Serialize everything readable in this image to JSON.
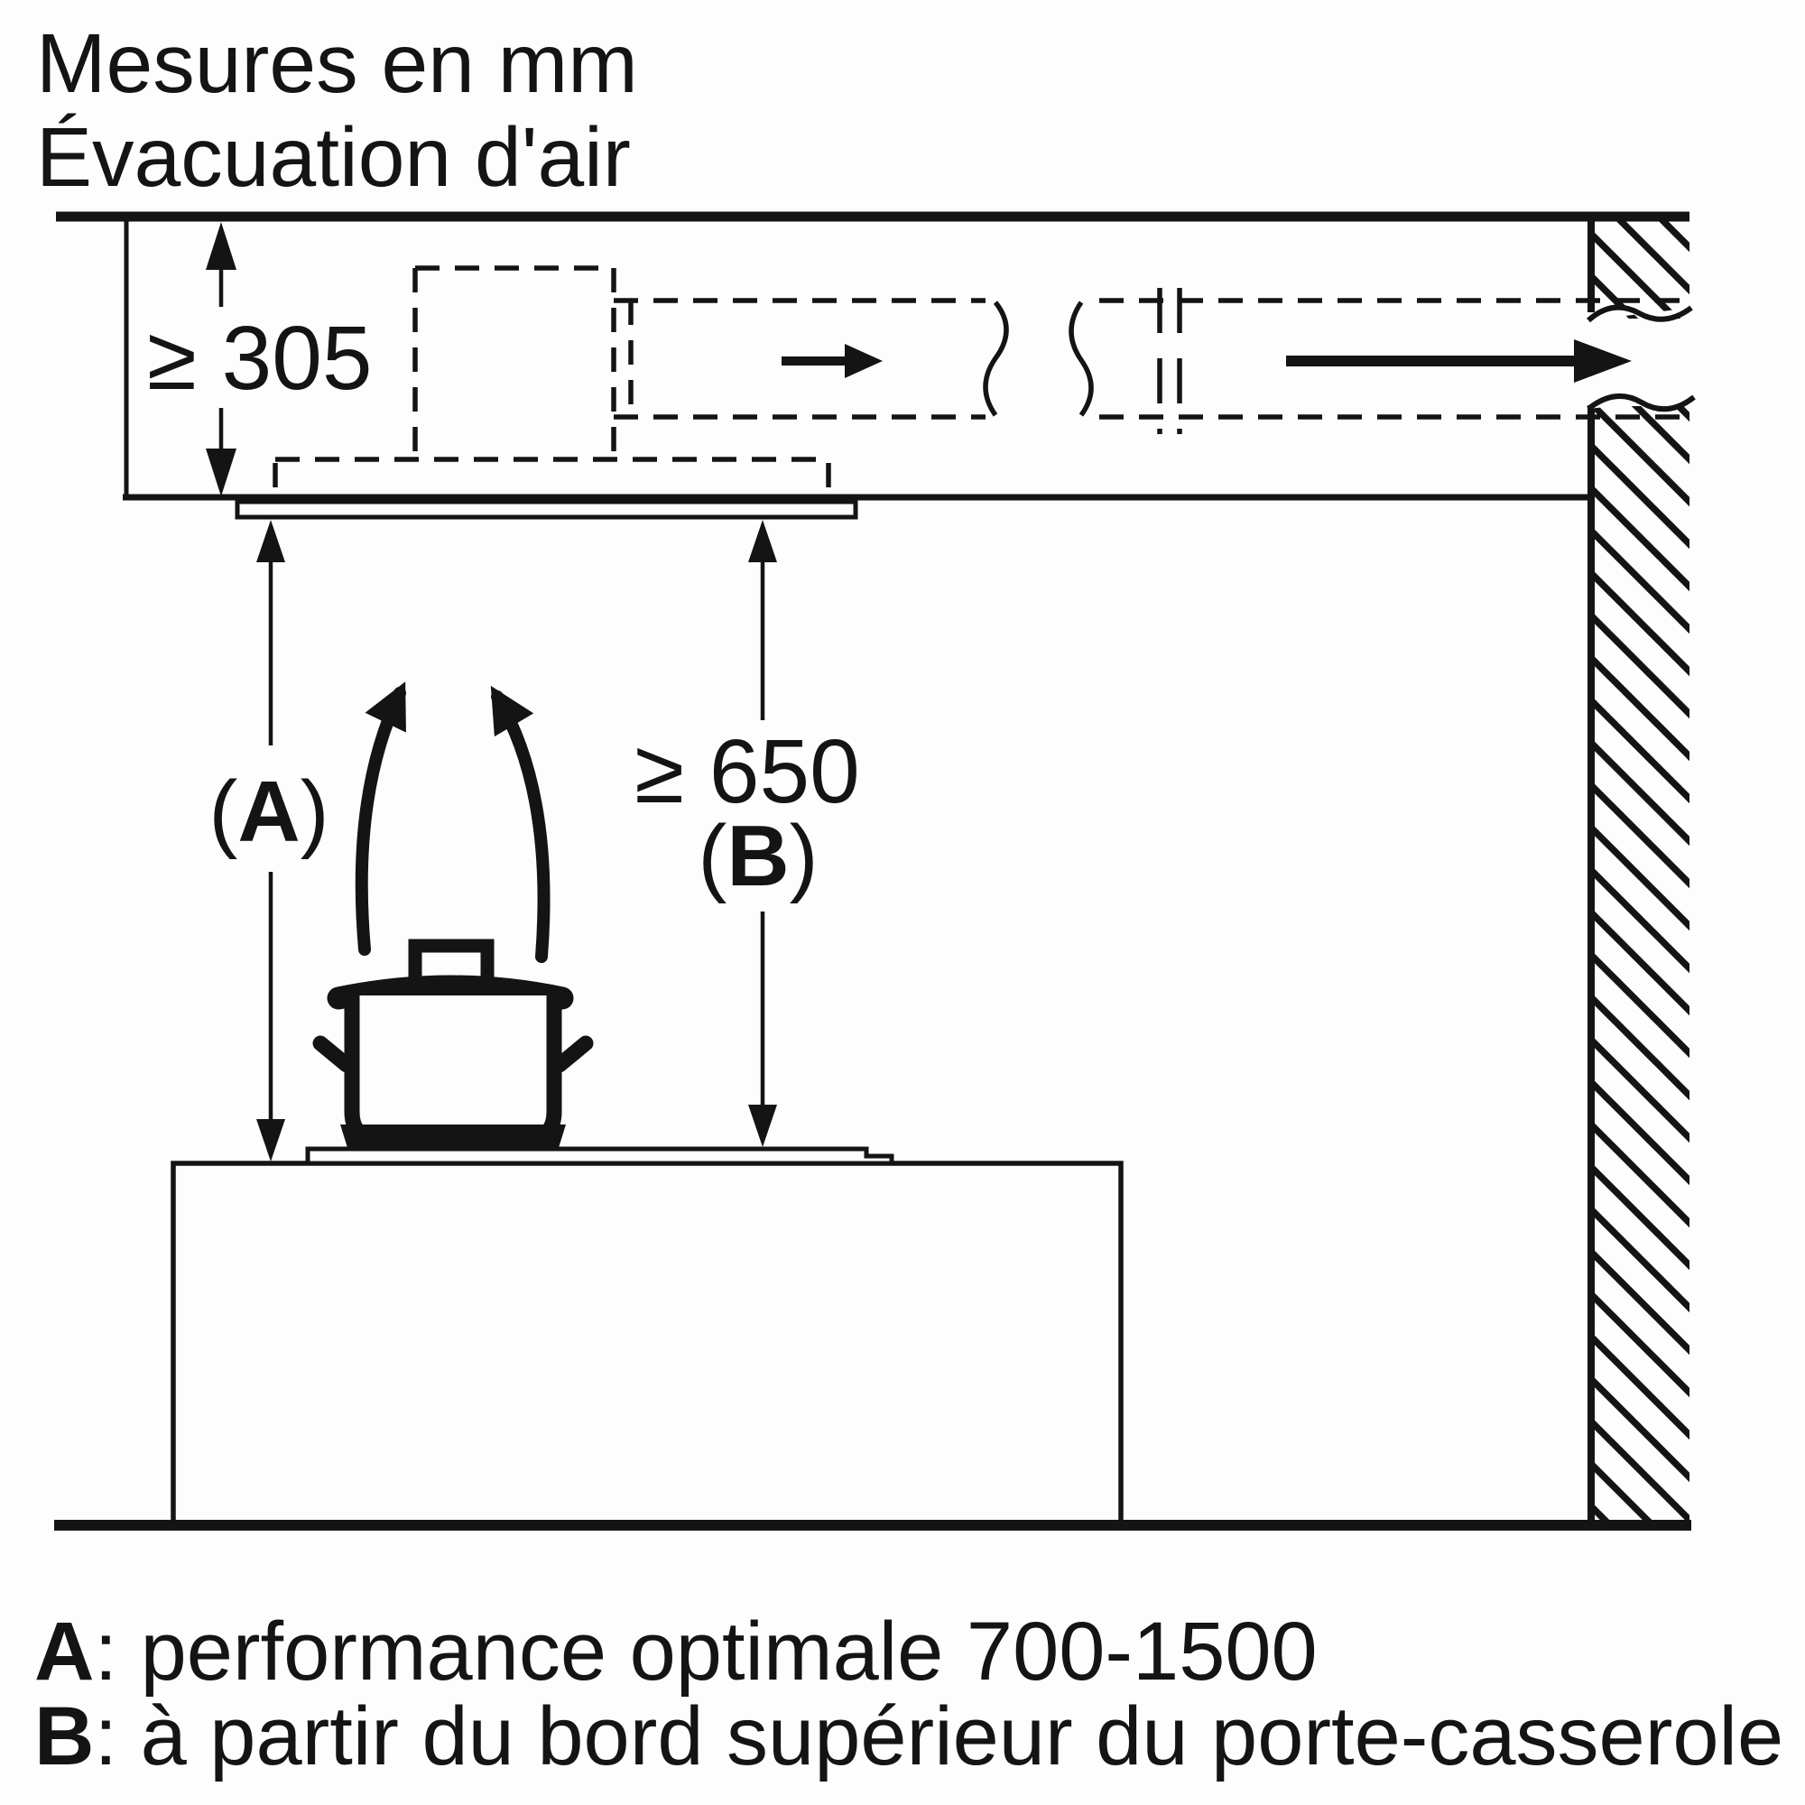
{
  "title": {
    "line1": "Mesures en mm",
    "line2": "Évacuation d'air"
  },
  "dimensions": {
    "soffit_height": {
      "label": "≥ 305",
      "symbol": "≥",
      "value": "305"
    },
    "hood_clearance_a": {
      "open": "(",
      "letter": "A",
      "close": ")"
    },
    "min_clearance_b": {
      "label": "≥ 650",
      "symbol": "≥",
      "value": "650",
      "open": "(",
      "letter": "B",
      "close": ")"
    }
  },
  "legend": {
    "a": {
      "key": "A",
      "sep": ": ",
      "text": "performance optimale 700-1500"
    },
    "b": {
      "key": "B",
      "sep": ": ",
      "text": "à partir du bord supérieur du porte-casserole"
    }
  },
  "icons": {
    "airflow_main": "arrow-right",
    "airflow_duct": "arrow-right",
    "steam_left": "curved-arrow-up",
    "steam_right": "curved-arrow-up",
    "dimension_arrows": "arrow-up-down",
    "duct_break": "pipe-break-wave",
    "wall": "diagonal-hatch"
  },
  "colors": {
    "ink": "#141414",
    "background": "#fdfdfd"
  }
}
